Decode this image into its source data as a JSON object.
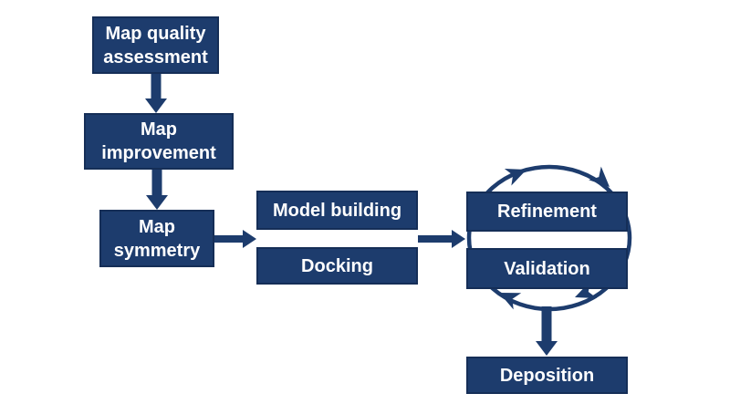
{
  "diagram": {
    "kind": "flowchart",
    "background": "#ffffff",
    "colors": {
      "box_fill": "#1d3c6d",
      "box_border": "#152e57",
      "arrow": "#1d3c6d",
      "text": "#ffffff"
    },
    "boxes": [
      {
        "name": "map-quality-assessment",
        "label": "Map quality\nassessment"
      },
      {
        "name": "map-improvement",
        "label": "Map\nimprovement"
      },
      {
        "name": "map-symmetry",
        "label": "Map\nsymmetry"
      },
      {
        "name": "model-building",
        "label": "Model building"
      },
      {
        "name": "docking",
        "label": "Docking"
      },
      {
        "name": "refinement",
        "label": "Refinement"
      },
      {
        "name": "validation",
        "label": "Validation"
      },
      {
        "name": "deposition",
        "label": "Deposition"
      }
    ],
    "connections": [
      {
        "from": "Map quality assessment",
        "to": "Map improvement",
        "type": "arrow-down"
      },
      {
        "from": "Map improvement",
        "to": "Map symmetry",
        "type": "arrow-down"
      },
      {
        "from": "Map symmetry",
        "to": "Model building / Docking",
        "type": "arrow-right"
      },
      {
        "from": "Model building / Docking",
        "to": "Refinement / Validation",
        "type": "arrow-right"
      },
      {
        "from": "Refinement / Validation",
        "to": "Deposition",
        "type": "arrow-down"
      },
      {
        "between": [
          "Refinement",
          "Validation"
        ],
        "type": "cycle",
        "direction": "clockwise"
      }
    ]
  }
}
